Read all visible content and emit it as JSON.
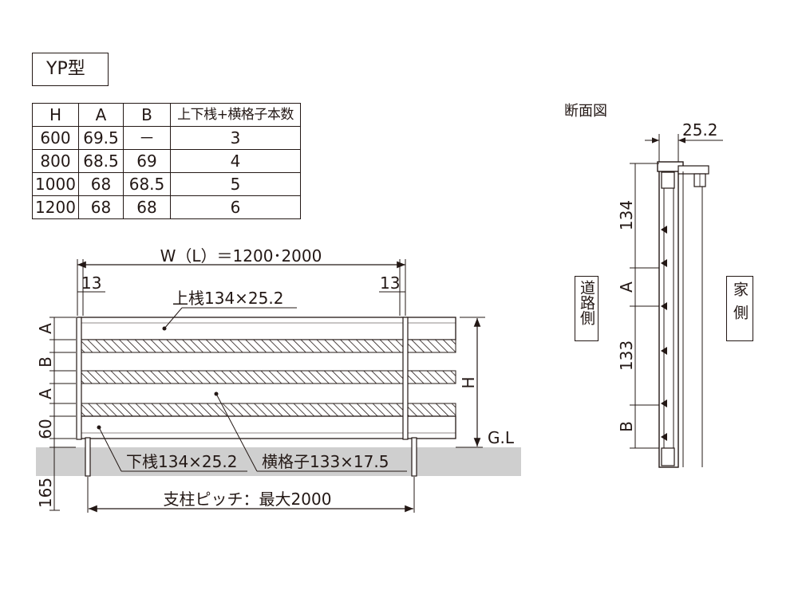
{
  "type_label": "YP型",
  "spec_table": {
    "headers": [
      "H",
      "A",
      "B",
      "上下桟+横格子本数"
    ],
    "rows": [
      [
        "600",
        "69.5",
        "－",
        "3"
      ],
      [
        "800",
        "68.5",
        "69",
        "4"
      ],
      [
        "1000",
        "68",
        "68.5",
        "5"
      ],
      [
        "1200",
        "68",
        "68",
        "6"
      ]
    ]
  },
  "front_view": {
    "width_label": "W（L）＝1200･2000",
    "left_margin": "13",
    "right_margin": "13",
    "top_rail_label": "上桟134×25.2",
    "bottom_rail_label": "下桟134×25.2",
    "slat_label": "横格子133×17.5",
    "height_label": "H",
    "ground_label": "G.L",
    "post_pitch_label": "支柱ピッチ：最大2000",
    "vertical_dims": [
      "A",
      "B",
      "A",
      "60",
      "165"
    ]
  },
  "cross_section": {
    "title": "断面図",
    "width_label": "25.2",
    "dims": [
      "134",
      "A",
      "133",
      "B"
    ],
    "road_side": "道路側",
    "house_side": "家側"
  },
  "colors": {
    "line": "#231815",
    "ground": "#cfcfcf",
    "hatch": "#231815"
  }
}
